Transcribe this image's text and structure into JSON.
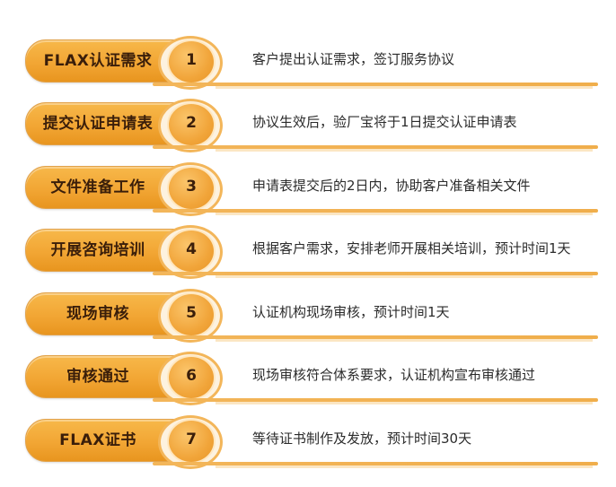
{
  "steps": [
    {
      "label": "FLAX认证需求",
      "number": "1",
      "description": "客户提出认证需求，签订服务协议"
    },
    {
      "label": "提交认证申请表",
      "number": "2",
      "description": "协议生效后，验厂宝将于1日提交认证申请表"
    },
    {
      "label": "文件准备工作",
      "number": "3",
      "description": "申请表提交后的2日内，协助客户准备相关文件"
    },
    {
      "label": "开展咨询培训",
      "number": "4",
      "description": "根据客户需求，安排老师开展相关培训，预计时间1天"
    },
    {
      "label": "现场审核",
      "number": "5",
      "description": "认证机构现场审核，预计时间1天"
    },
    {
      "label": "审核通过",
      "number": "6",
      "description": "现场审核符合体系要求，认证机构宣布审核通过"
    },
    {
      "label": "FLAX证书",
      "number": "7",
      "description": "等待证书制作及发放，预计时间30天"
    }
  ],
  "colors": {
    "accent": "#f2a634",
    "text": "#3a1e0a"
  }
}
